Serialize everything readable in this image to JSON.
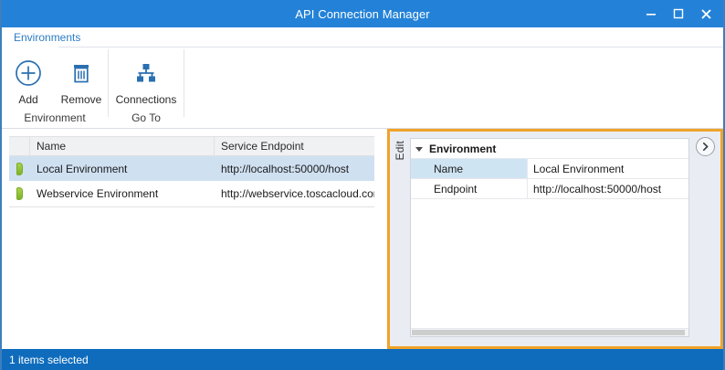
{
  "window": {
    "title": "API Connection Manager",
    "controls": [
      {
        "name": "minimize",
        "glyph": "minimize-icon"
      },
      {
        "name": "maximize",
        "glyph": "maximize-icon"
      },
      {
        "name": "close",
        "glyph": "close-icon"
      }
    ]
  },
  "ribbon": {
    "tabs": [
      {
        "label": "Environments",
        "active": true
      }
    ],
    "groups": [
      {
        "label": "Environment",
        "buttons": [
          {
            "label": "Add",
            "icon": "add-circle-icon"
          },
          {
            "label": "Remove",
            "icon": "trash-icon"
          }
        ]
      },
      {
        "label": "Go To",
        "buttons": [
          {
            "label": "Connections",
            "icon": "connections-hierarchy-icon"
          }
        ]
      }
    ]
  },
  "grid": {
    "columns": [
      {
        "key": "indicator",
        "label": ""
      },
      {
        "key": "name",
        "label": "Name"
      },
      {
        "key": "endpoint",
        "label": "Service Endpoint"
      }
    ],
    "rows": [
      {
        "icon": "environment-chip-icon",
        "name": "Local Environment",
        "endpoint": "http://localhost:50000/host",
        "selected": true
      },
      {
        "icon": "environment-chip-icon",
        "name": "Webservice Environment",
        "endpoint": "http://webservice.toscacloud.com",
        "selected": false
      }
    ]
  },
  "edit_panel": {
    "tab_label": "Edit",
    "group_title": "Environment",
    "properties": [
      {
        "label": "Name",
        "value": "Local Environment",
        "active": true
      },
      {
        "label": "Endpoint",
        "value": "http://localhost:50000/host",
        "active": false
      }
    ],
    "expander_icon": "chevron-right-circle-icon",
    "highlight_color": "#f0a32a"
  },
  "statusbar": {
    "text": "1 items selected"
  },
  "colors": {
    "titlebar": "#2382d8",
    "statusbar": "#0f6cbd",
    "accent_orange": "#f0a32a",
    "selection_blue": "#cfe0f1",
    "ribbon_icon_blue": "#2a6fb0",
    "tab_text_blue": "#2b7cc4",
    "env_chip_green": "#7db227"
  }
}
